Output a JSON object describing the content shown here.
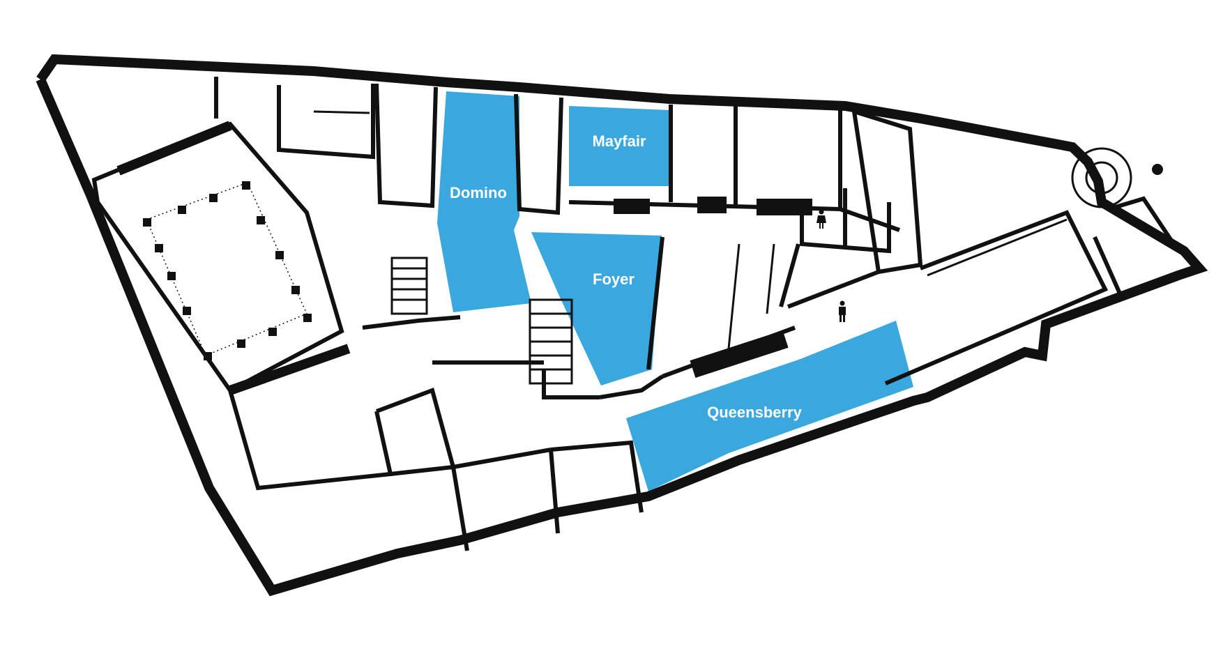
{
  "map": {
    "highlight_color": "#3aa7de",
    "wall_color": "#111111",
    "background_color": "#ffffff",
    "rooms": [
      {
        "id": "domino",
        "label": "Domino"
      },
      {
        "id": "mayfair",
        "label": "Mayfair"
      },
      {
        "id": "foyer",
        "label": "Foyer"
      },
      {
        "id": "queensberry",
        "label": "Queensberry"
      }
    ],
    "icons": [
      {
        "id": "female-restroom",
        "icon": "female-restroom-icon"
      },
      {
        "id": "male-restroom",
        "icon": "male-restroom-icon"
      }
    ]
  }
}
